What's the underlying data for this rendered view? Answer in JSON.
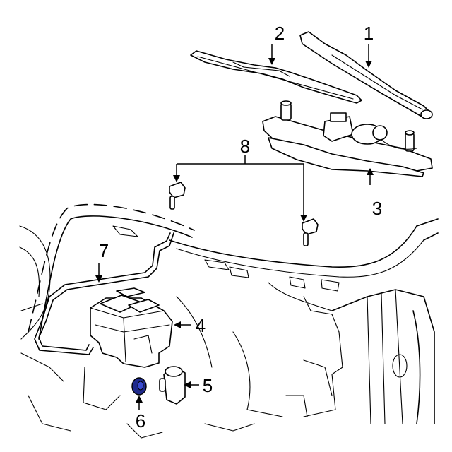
{
  "callouts": [
    {
      "id": "1",
      "label": "1"
    },
    {
      "id": "2",
      "label": "2"
    },
    {
      "id": "3",
      "label": "3"
    },
    {
      "id": "4",
      "label": "4"
    },
    {
      "id": "5",
      "label": "5"
    },
    {
      "id": "6",
      "label": "6"
    },
    {
      "id": "7",
      "label": "7"
    },
    {
      "id": "8",
      "label": "8"
    }
  ],
  "colors": {
    "line": "#000000",
    "background": "#ffffff",
    "highlight_part": "#1f2a8c"
  },
  "highlighted_part": "6"
}
